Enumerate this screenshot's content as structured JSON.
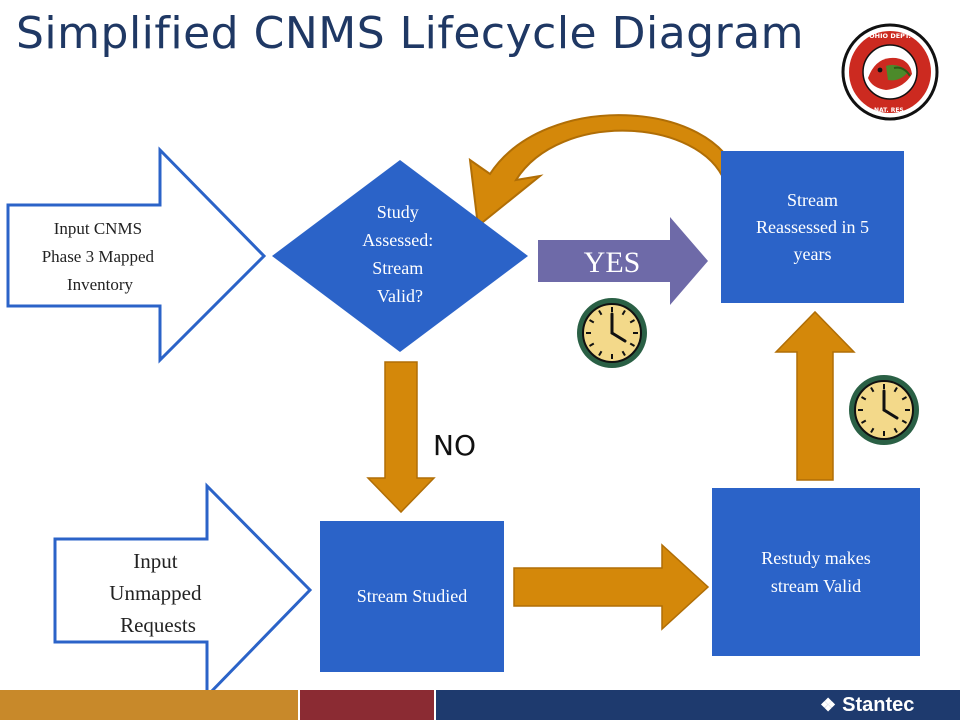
{
  "title": "Simplified CNMS Lifecycle Diagram",
  "inputs": {
    "cnms": [
      "Input CNMS",
      "Phase 3 Mapped",
      "Inventory"
    ],
    "unmapped": [
      "Input",
      "Unmapped",
      "Requests"
    ]
  },
  "decision": [
    "Study",
    "Assessed:",
    "Stream",
    "Valid?"
  ],
  "labels": {
    "yes": "YES",
    "no": "NO"
  },
  "boxes": {
    "reassessed": [
      "Stream",
      "Reassessed in 5",
      "years"
    ],
    "studied": "Stream Studied",
    "restudy": [
      "Restudy makes",
      "stream Valid"
    ]
  },
  "logo": {
    "name": "odnr-seal-logo",
    "text": "OHIO DEPARTMENT OF NATURAL RESOURCES"
  },
  "footer": {
    "brand": "Stantec"
  },
  "colors": {
    "title": "#1f3864",
    "box": "#2b63c8",
    "arrow_gold": "#d4880a",
    "yes_arrow": "#6e6aa8",
    "footer_gold": "#c8892a",
    "footer_red": "#8b2b33",
    "footer_navy": "#1e3a6e"
  },
  "icons": [
    "clock-icon",
    "clock-icon"
  ]
}
